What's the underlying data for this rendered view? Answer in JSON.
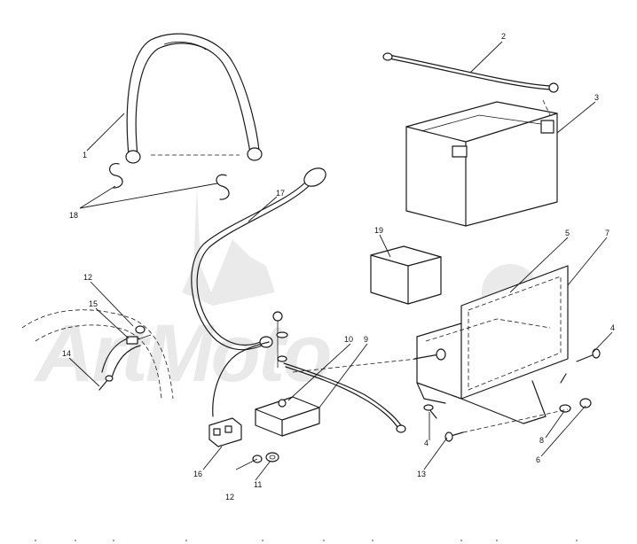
{
  "watermark": {
    "text": "ArtMoto",
    "color": "#d9d9d9"
  },
  "callouts": {
    "c1": "1",
    "c2": "2",
    "c3": "3",
    "c4a": "4",
    "c4b": "4",
    "c5": "5",
    "c6": "6",
    "c7": "7",
    "c8": "8",
    "c9": "9",
    "c10": "10",
    "c11": "11",
    "c12a": "12",
    "c12b": "12",
    "c13": "13",
    "c14": "14",
    "c15": "15",
    "c16": "16",
    "c17": "17",
    "c18": "18",
    "c19": "19"
  }
}
